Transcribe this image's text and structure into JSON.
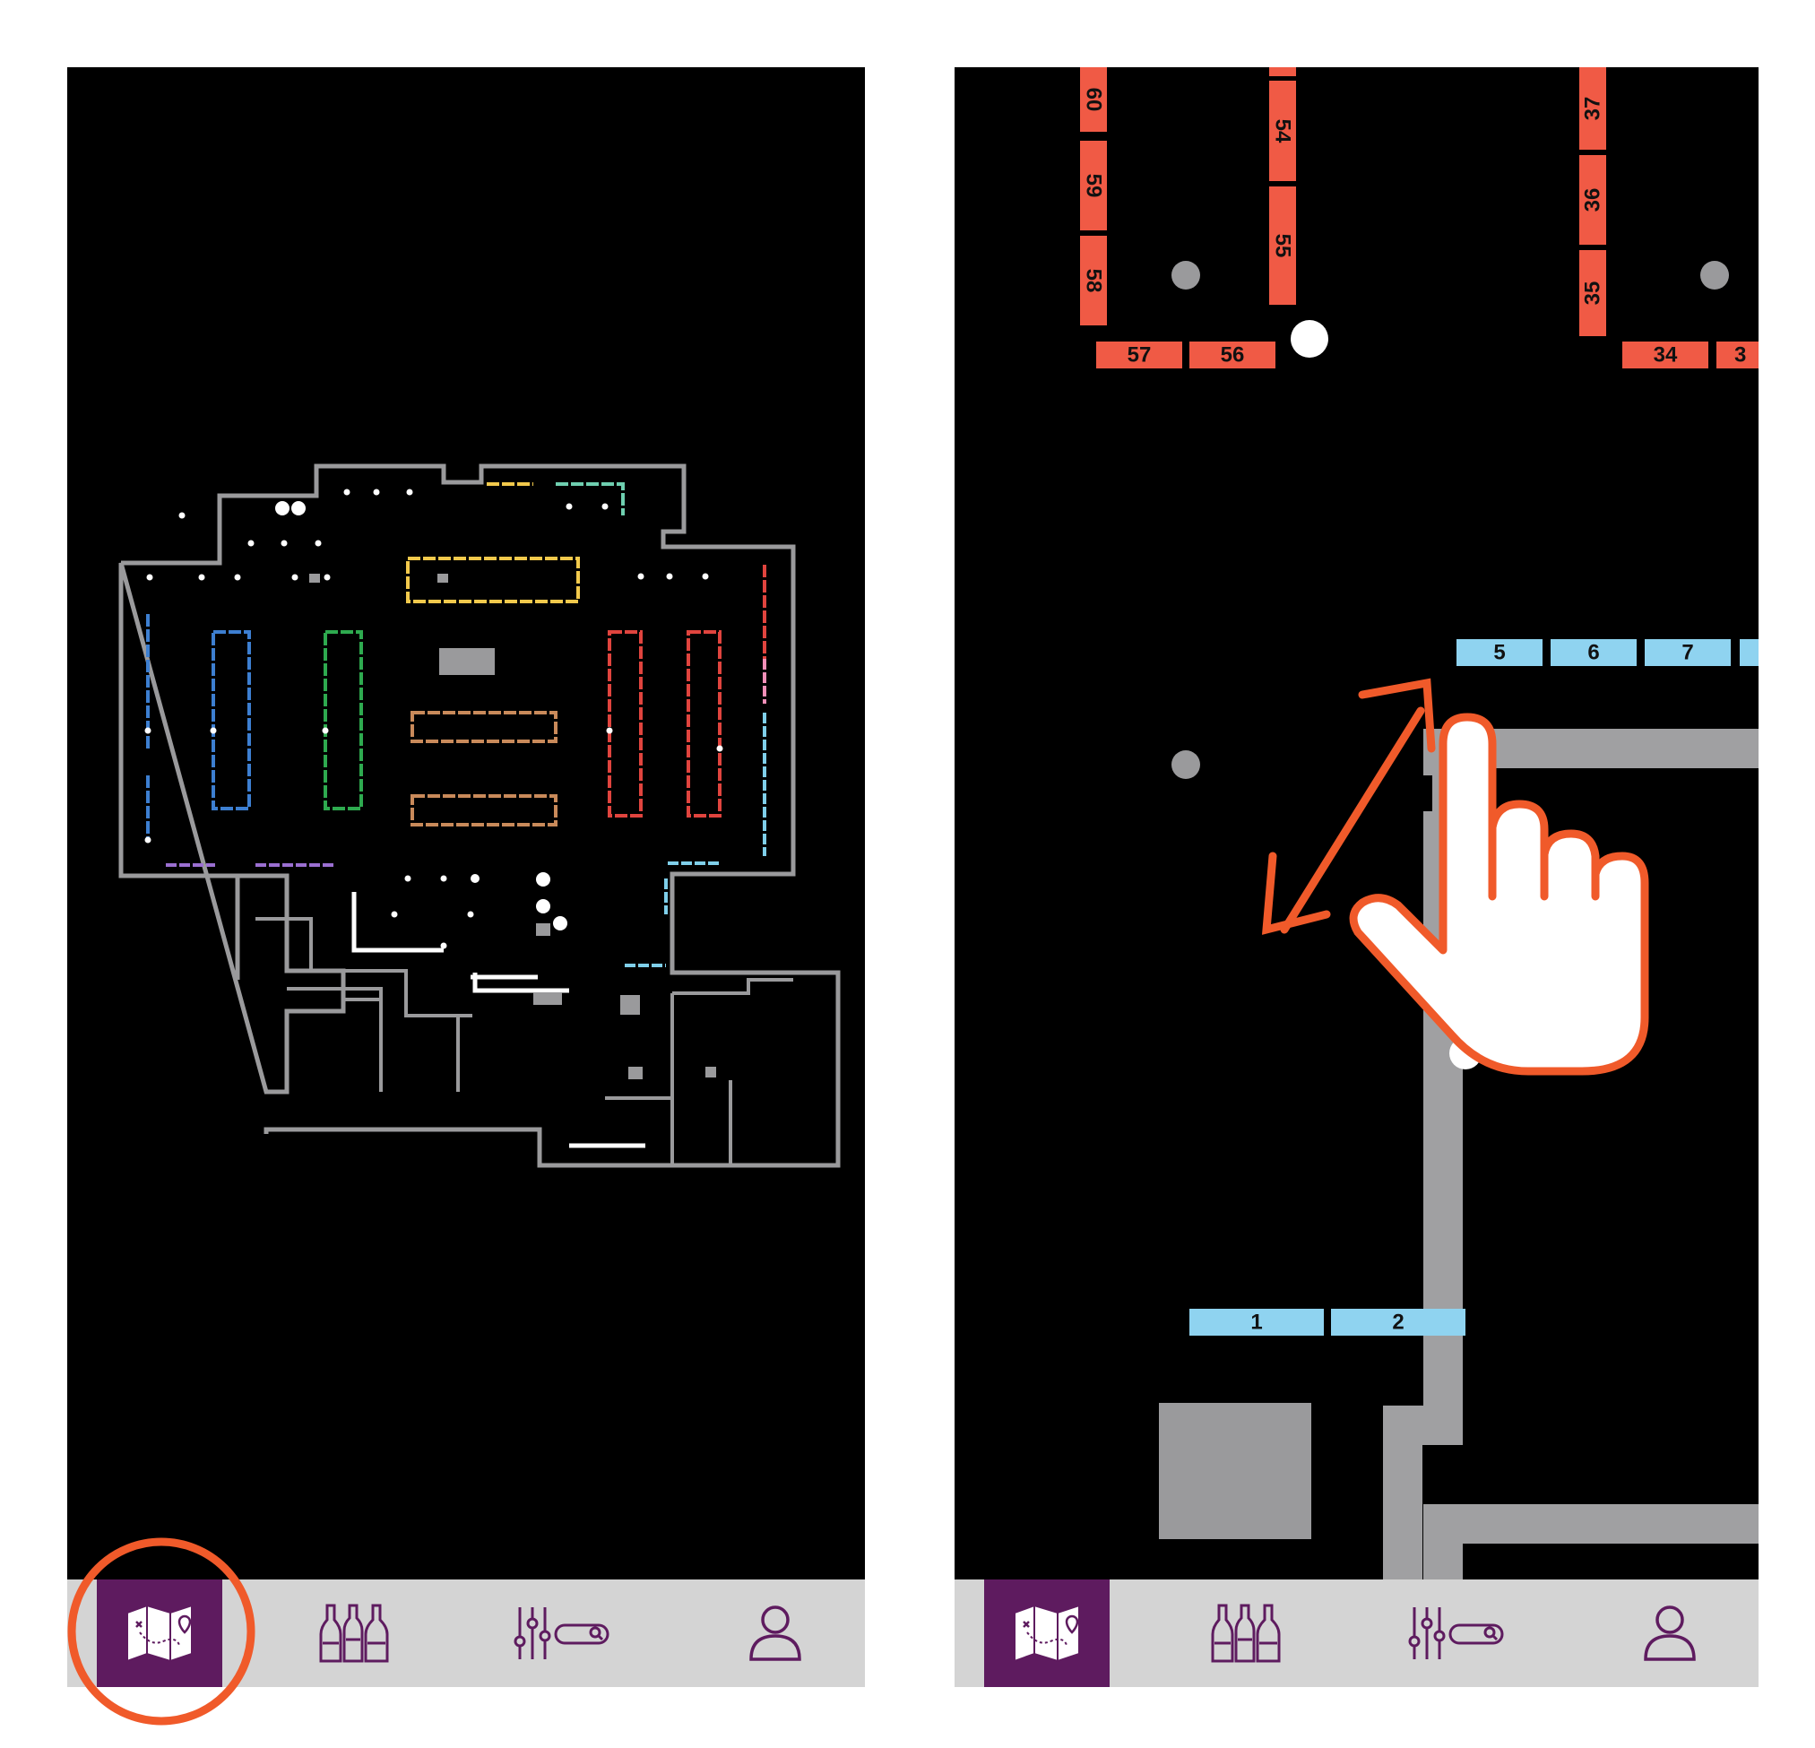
{
  "tabbar": {
    "tabs": [
      {
        "icon": "map-icon",
        "active": true
      },
      {
        "icon": "wine-bottles-icon",
        "active": false
      },
      {
        "icon": "filter-sliders-icon",
        "active": false
      },
      {
        "icon": "user-profile-icon",
        "active": false
      }
    ]
  },
  "zoomed_map": {
    "red_racks": [
      "60",
      "59",
      "58",
      "54",
      "55",
      "57",
      "56",
      "37",
      "36",
      "35",
      "34",
      "3"
    ],
    "blue_racks": [
      "5",
      "6",
      "7",
      "1",
      "2"
    ]
  },
  "colors": {
    "map_background": "#000000",
    "tabbar_background": "#d4d4d4",
    "active_tab": "#5e1b5f",
    "icon_purple": "#5e1b5f",
    "highlight_orange": "#f05a2a",
    "rack_red": "#f05a45",
    "rack_blue": "#8fd3f0",
    "wall_gray": "#a0a0a2"
  }
}
